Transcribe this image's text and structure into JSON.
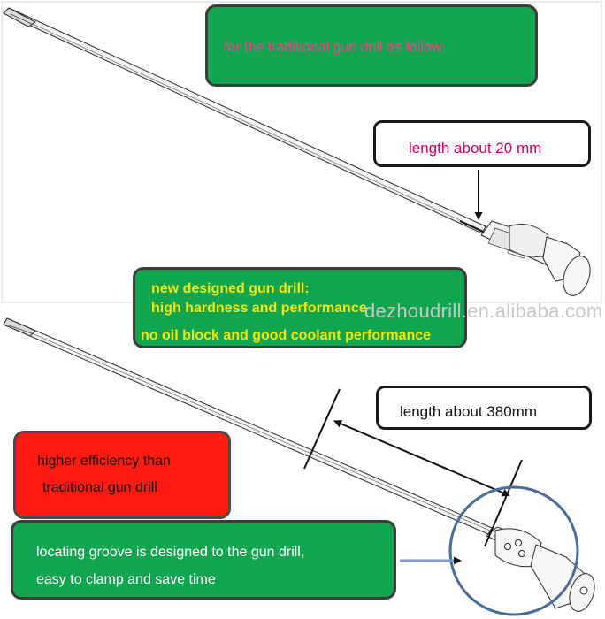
{
  "top_note": "for the traditional gun drill as follow:",
  "short_length": "length about 20 mm",
  "new_drill": {
    "heading": "new designed gun drill:",
    "line_2": "high hardness and performance",
    "line_3": "no oil block and good coolant performance"
  },
  "watermark": "dezhoudrill.en.alibaba.com",
  "long_length": "length about  380mm",
  "efficiency_note": {
    "line_1": "higher efficiency than",
    "line_2": "traditional gun drill"
  },
  "groove_note": {
    "line_1": "locating groove is designed to the gun drill,",
    "line_2": "easy to  clamp and save time"
  },
  "colors": {
    "green_callout": "#12a550",
    "red_callout": "#ff1a12",
    "top_note_text": "#ff3a8a",
    "short_length_text": "#cc0066",
    "new_drill_text": "#f5e60a"
  }
}
